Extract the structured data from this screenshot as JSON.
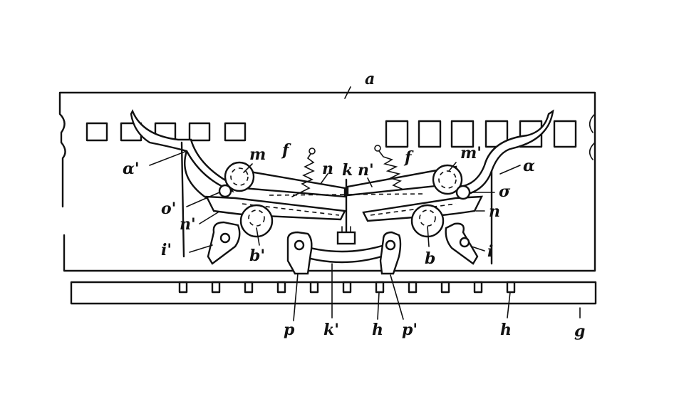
{
  "labels": {
    "a": "a",
    "a_prime_left": "α'",
    "alpha_right": "α",
    "m": "m",
    "m_prime": "m'",
    "f_left": "f",
    "f_right": "f",
    "n_left": "n",
    "k": "k",
    "n_prime": "n'",
    "o_prime": "o'",
    "sigma": "σ",
    "n_prime_lower": "n'",
    "n_right": "n",
    "i_prime": "i'",
    "b_prime": "b'",
    "b": "b",
    "i": "i",
    "p": "p",
    "k_prime": "k'",
    "h_left": "h",
    "p_prime": "p'",
    "h_right": "h",
    "g": "g"
  }
}
